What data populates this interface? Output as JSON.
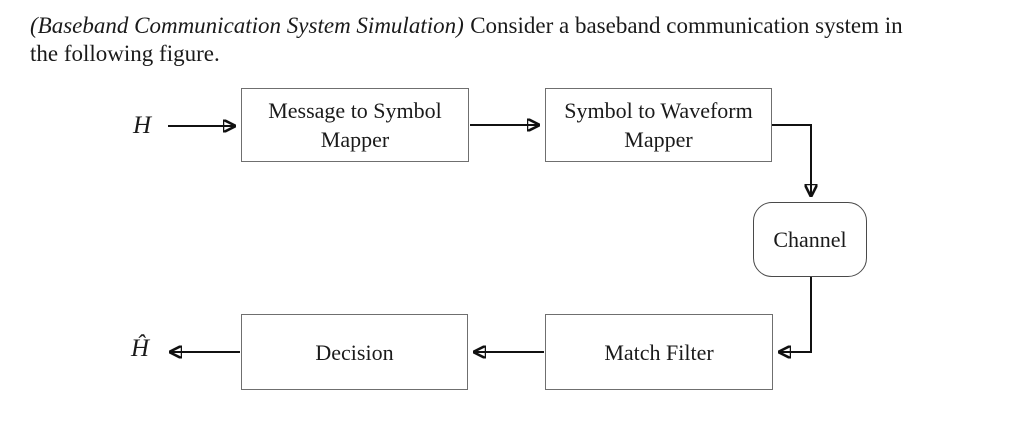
{
  "intro": {
    "italic_text": "(Baseband Communication System Simulation)",
    "line1_rest": "Consider a baseband communication system in",
    "line2": "the following figure."
  },
  "diagram": {
    "input_label": "H",
    "output_label": "Ĥ",
    "nodes": [
      {
        "id": "message-to-symbol-mapper",
        "shape": "rect",
        "label_line1": "Message to Symbol",
        "label_line2": "Mapper"
      },
      {
        "id": "symbol-to-waveform-mapper",
        "shape": "rect",
        "label_line1": "Symbol to Waveform",
        "label_line2": "Mapper"
      },
      {
        "id": "channel",
        "shape": "rounded",
        "label": "Channel"
      },
      {
        "id": "match-filter",
        "shape": "rect",
        "label": "Match Filter"
      },
      {
        "id": "decision",
        "shape": "rect",
        "label": "Decision"
      }
    ],
    "flow": [
      "H → Message to Symbol Mapper",
      "Message to Symbol Mapper → Symbol to Waveform Mapper",
      "Symbol to Waveform Mapper → Channel",
      "Channel → Match Filter",
      "Match Filter → Decision",
      "Decision → Ĥ"
    ],
    "colors": {
      "box_border": "#6f6f6f",
      "channel_border": "#4a4a4a",
      "arrow": "#111111",
      "background": "#ffffff",
      "text": "#1a1a1a"
    }
  }
}
